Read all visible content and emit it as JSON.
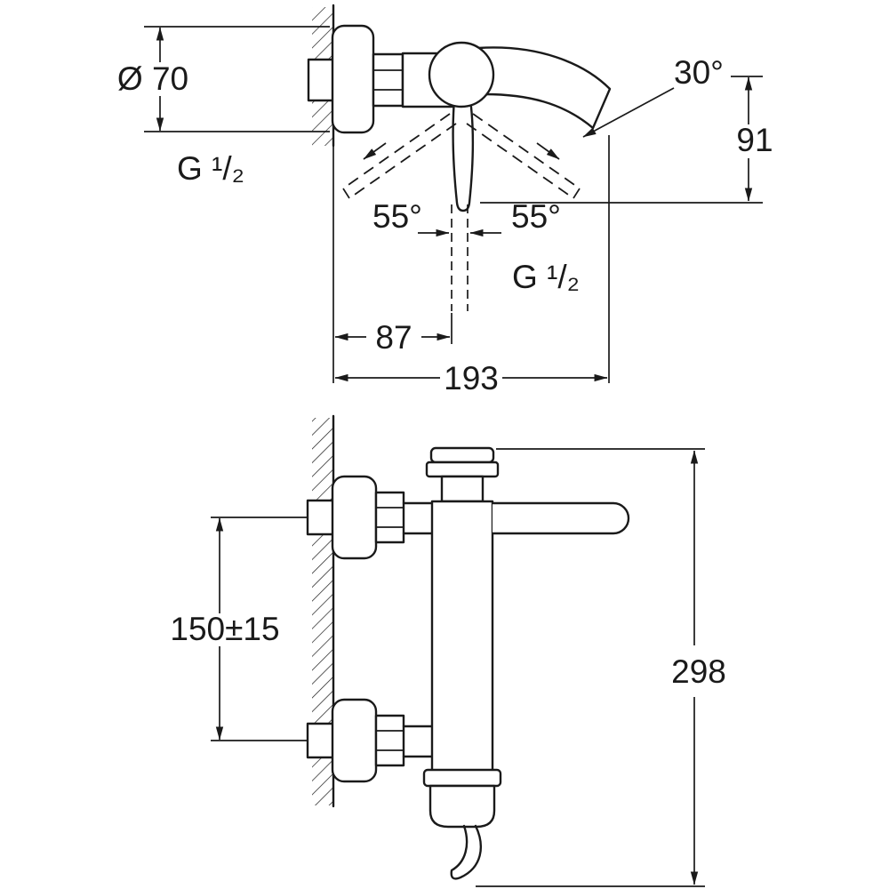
{
  "drawing_type": "technical-dimension-diagram",
  "colors": {
    "line": "#1a1a1a",
    "background": "#ffffff"
  },
  "front_view": {
    "flange_diameter": "Ø 70",
    "inlet_thread": "G ¹/₂",
    "swing_left": "55°",
    "swing_right": "55°",
    "outlet_thread": "G ¹/₂",
    "wall_to_body_center": "87",
    "wall_to_spout_tip": "193",
    "spout_angle": "30°",
    "center_to_lever_tip": "91"
  },
  "side_view": {
    "inlet_spacing": "150±15",
    "overall_height": "298"
  }
}
